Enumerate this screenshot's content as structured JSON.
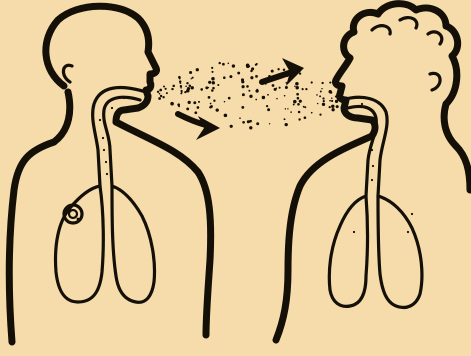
{
  "background_color": "#f6dcaa",
  "ink_color": "#141008",
  "figures": [
    {
      "name": "infected-person",
      "side": "left",
      "state": "exhaling droplets, lesion in right lung"
    },
    {
      "name": "healthy-person",
      "side": "right",
      "state": "inhaling droplets"
    }
  ],
  "arrows": [
    {
      "name": "upper-arrow",
      "direction": "right"
    },
    {
      "name": "lower-arrow",
      "direction": "down-right"
    }
  ]
}
